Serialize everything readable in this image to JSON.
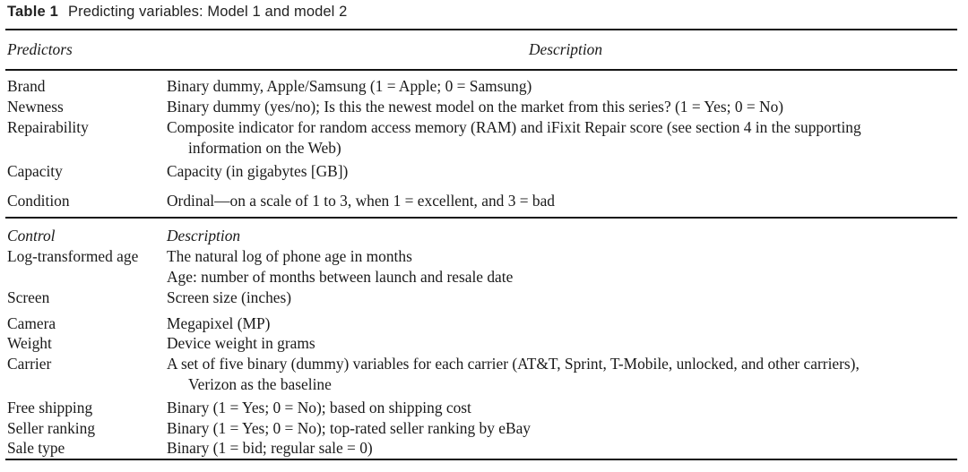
{
  "caption": {
    "label": "Table 1",
    "text": "Predicting variables: Model 1 and model 2"
  },
  "headers": {
    "predictors": "Predictors",
    "description": "Description",
    "control": "Control",
    "control_description": "Description"
  },
  "predictors": [
    {
      "term": "Brand",
      "description": "Binary dummy, Apple/Samsung (1 = Apple; 0 = Samsung)"
    },
    {
      "term": "Newness",
      "description": "Binary dummy (yes/no); Is this the newest model on the market from this series? (1 = Yes; 0 = No)"
    },
    {
      "term": "Repairability",
      "description": "Composite indicator for random access memory (RAM) and iFixit Repair score (see section 4 in the supporting",
      "description_continued": "information on the Web)"
    },
    {
      "term": "Capacity",
      "description": "Capacity (in gigabytes [GB])"
    },
    {
      "term": "Condition",
      "description": "Ordinal—on a scale of 1 to 3, when 1 = excellent, and 3 = bad"
    }
  ],
  "controls": [
    {
      "term": "Log-transformed age",
      "description": "The natural log of phone age in months",
      "description_second": "Age: number of months between launch and resale date"
    },
    {
      "term": "Screen",
      "description": "Screen size (inches)"
    },
    {
      "term": "Camera",
      "description": "Megapixel (MP)"
    },
    {
      "term": "Weight",
      "description": "Device weight in grams"
    },
    {
      "term": "Carrier",
      "description": "A set of five binary (dummy) variables for each carrier (AT&T, Sprint, T-Mobile, unlocked, and other carriers),",
      "description_continued": "Verizon as the baseline"
    },
    {
      "term": "Free shipping",
      "description": "Binary (1 = Yes; 0 = No); based on shipping cost"
    },
    {
      "term": "Seller ranking",
      "description": "Binary (1 = Yes; 0 = No); top-rated seller ranking by eBay"
    },
    {
      "term": "Sale type",
      "description": "Binary (1 = bid; regular sale = 0)"
    }
  ]
}
